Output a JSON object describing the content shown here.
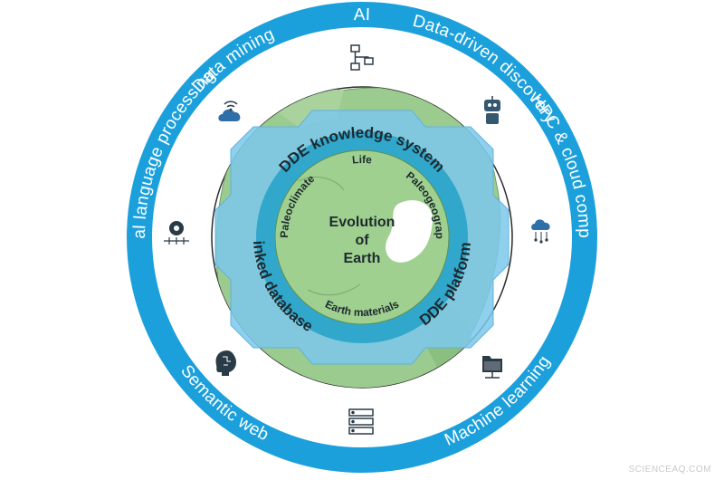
{
  "outer_ring": {
    "labels": {
      "ai": "AI",
      "data_driven_discovery": "Data-driven discovery",
      "hpc_cloud": "HPC & cloud computing",
      "machine_learning": "Machine learning",
      "semantic_web": "Semantic web",
      "nlp": "Natural language processing",
      "data_mining": "Data mining"
    }
  },
  "gear": {
    "labels": {
      "knowledge_system": "DDE knowledge system",
      "platform": "DDE platform",
      "linked_database": "Linked database"
    }
  },
  "core": {
    "center_line1": "Evolution",
    "center_line2": "of",
    "center_line3": "Earth",
    "life": "Life",
    "paleogeography": "Paleogeography",
    "earth_materials": "Earth materials",
    "paleoclimate": "Paleoclimate"
  },
  "icons": [
    "network-icon",
    "robot-icon",
    "cloud-computing-icon",
    "folder-icon",
    "server-icon",
    "brain-icon",
    "gear-network-icon",
    "cloud-wifi-icon"
  ],
  "colors": {
    "ring": "#1ba0dc",
    "gear_outer": "#7cc8ec",
    "gear_band": "#2aa5c9",
    "earth_green": "#9ccb8f",
    "text_dark": "#1e2a30"
  },
  "watermark": "SCIENCEAQ.COM"
}
